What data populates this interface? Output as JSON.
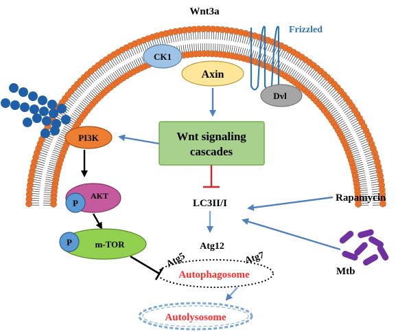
{
  "title": "Wnt3a",
  "receptor": "Frizzled",
  "nodes": {
    "ck1": "CK1",
    "axin": "Axin",
    "dvl": "Dvl",
    "pi3k": "PI3K",
    "akt": "AKT",
    "akt_p": "P",
    "mtor": "m-TOR",
    "mtor_p": "P",
    "wnt_cascade_line1": "Wnt signaling",
    "wnt_cascade_line2": "cascades",
    "lc3": "LC3II/I",
    "rapamycin": "Rapamycin",
    "mtb": "Mtb",
    "atg5": "Atg5",
    "atg12": "Atg12",
    "atg7": "Atg7",
    "autophagosome": "Autophagosome",
    "autolysosome": "Autolysosome"
  },
  "colors": {
    "lipid_head": "#e8702a",
    "ck1_fill": "#9dc3e6",
    "axin_fill": "#ffe699",
    "dvl_fill": "#a6a6a6",
    "pi3k_fill": "#ed7d31",
    "akt_fill": "#c55a9e",
    "mtor_fill": "#92d050",
    "p_fill": "#5b9bd5",
    "wnt_box_fill": "#a9d18e",
    "wnt_box_stroke": "#70ad47",
    "frizzled": "#2e75b6",
    "arrow_blue": "#4f81bd",
    "inhibit_red": "#e02020",
    "mtb_fill": "#7030a0",
    "ligand_dots": "#1f5fa8",
    "red_text": "#ff2a2a"
  }
}
